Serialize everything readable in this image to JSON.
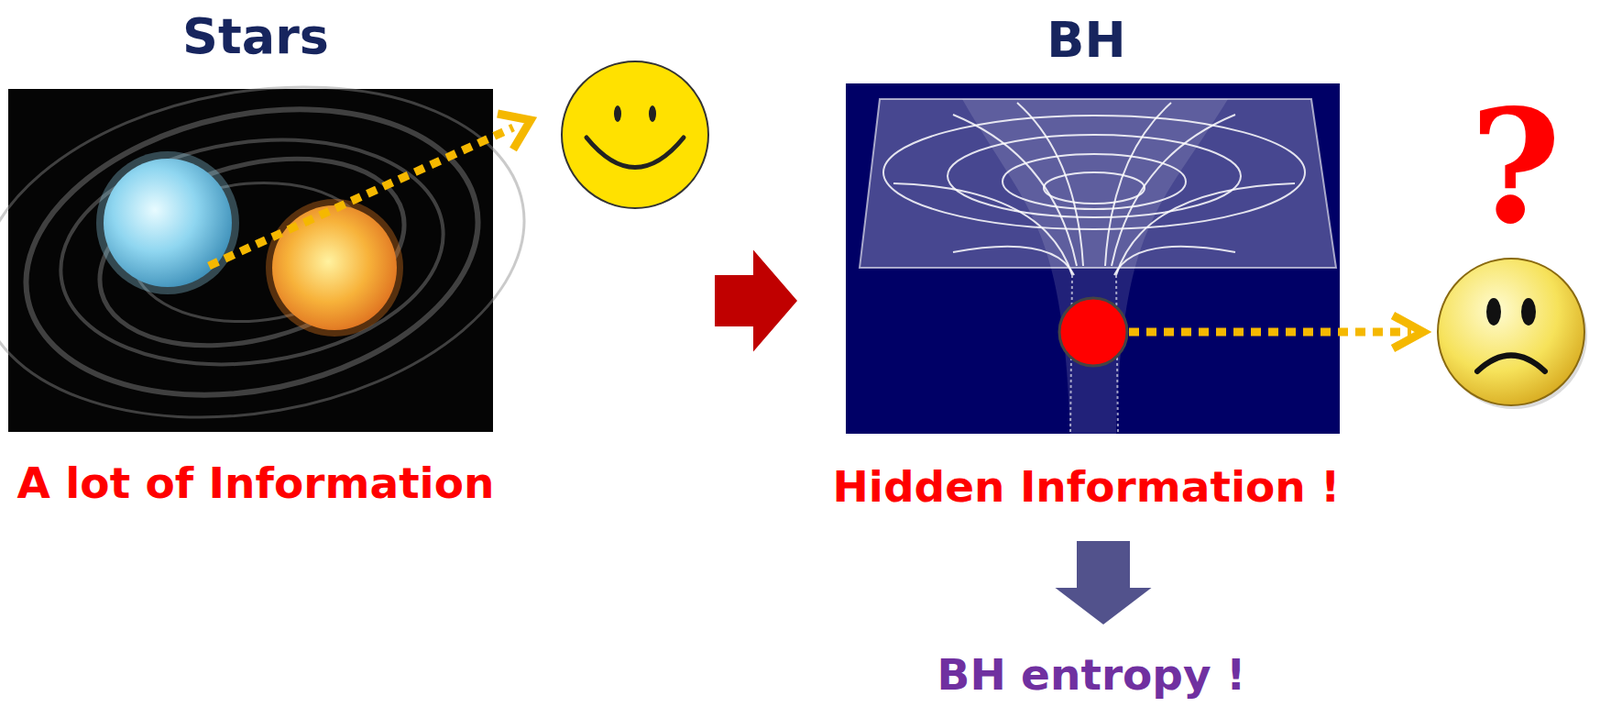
{
  "diagram": {
    "nodes": [
      {
        "text": [
          "Stars",
          "A lot of Information"
        ]
      },
      {
        "text": [
          "BH",
          "Hidden Information !"
        ]
      },
      {
        "text": [
          "BH entropy !"
        ]
      }
    ],
    "edges": [
      {
        "from": 0,
        "to": 1,
        "arrow": "to"
      },
      {
        "from": 1,
        "to": 2,
        "arrow": "to"
      }
    ],
    "labels": [
      "?"
    ]
  }
}
